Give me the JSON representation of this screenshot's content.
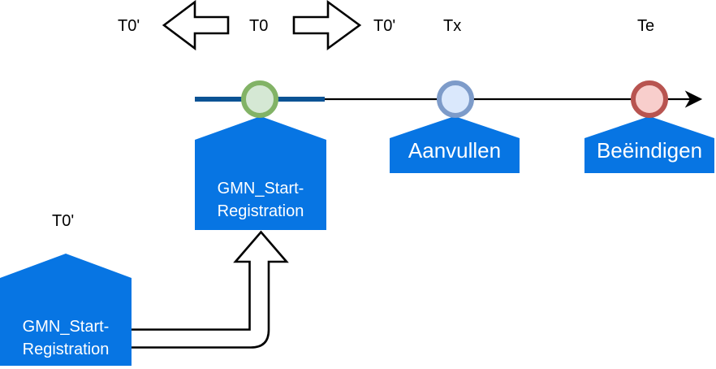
{
  "diagram": {
    "top_labels": {
      "t0_prime_left": "T0'",
      "t0": "T0",
      "t0_prime_right": "T0'",
      "tx": "Tx",
      "te": "Te"
    },
    "bottom_label_t0_prime": "T0'",
    "callouts": {
      "start_registration_top": {
        "line1": "GMN_Start-",
        "line2": "Registration"
      },
      "aanvullen": {
        "label": "Aanvullen"
      },
      "beeindigen": {
        "label": "Beëindigen"
      },
      "start_registration_bottom": {
        "line1": "GMN_Start-",
        "line2": "Registration"
      }
    },
    "icons": {
      "block_arrow_left": "left-block-arrow",
      "block_arrow_right": "right-block-arrow",
      "timeline_arrowhead": "right-arrowhead",
      "elbow_arrow": "bent-up-arrow"
    },
    "colors": {
      "shape_blue": "#0775E3",
      "timeline_blue": "#0B5394",
      "line_black": "#000000",
      "arrow_fill": "#FFFFFF",
      "arrow_stroke": "#000000",
      "green_fill": "#D5E8D4",
      "green_stroke": "#82B366",
      "blue_fill": "#DAE8FC",
      "blue_stroke": "#7D9BC9",
      "red_fill": "#F8CECC",
      "red_stroke": "#B85450"
    }
  }
}
